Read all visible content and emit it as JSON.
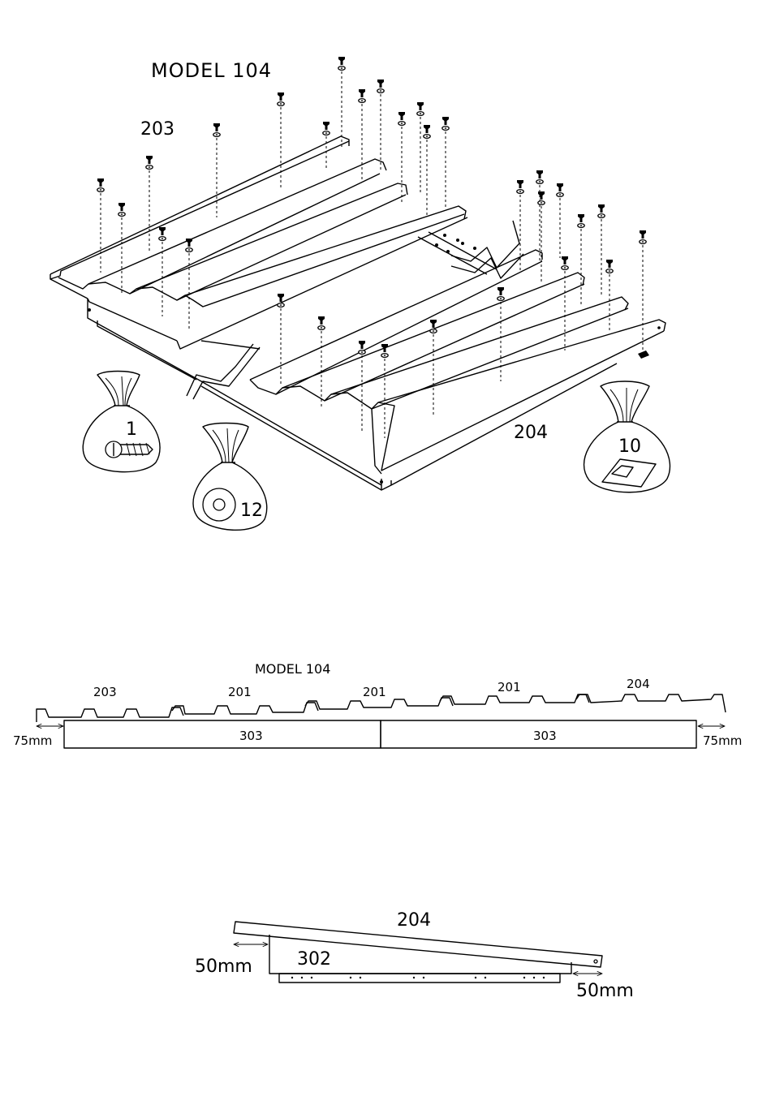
{
  "top_diagram": {
    "title": "MODEL 104",
    "panel_left_label": "203",
    "panel_right_label": "204",
    "bag_screws_count": "1",
    "bag_washers_count": "12",
    "bag_caps_count": "10",
    "screw_icon": "self-tapping-screw-icon",
    "washer_icon": "sealing-washer-icon",
    "cap_icon": "flashing-cap-icon"
  },
  "section_diagram": {
    "title": "MODEL 104",
    "sheet_labels": [
      "203",
      "201",
      "201",
      "201",
      "204"
    ],
    "left_overhang": "75mm",
    "right_overhang": "75mm",
    "support_left_label": "303",
    "support_right_label": "303"
  },
  "side_diagram": {
    "sheet_label": "204",
    "support_label": "302",
    "front_overhang": "50mm",
    "rear_overhang": "50mm"
  }
}
